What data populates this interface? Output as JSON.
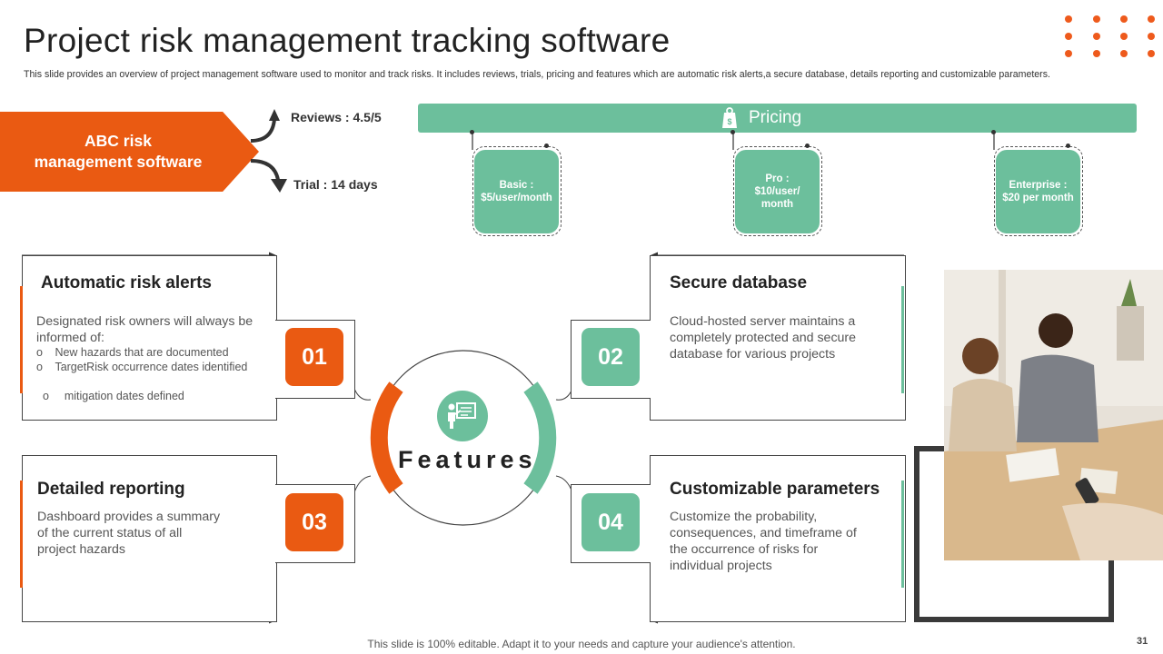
{
  "header": {
    "title": "Project risk management tracking software",
    "subtitle": "This slide provides an overview of project management software used to monitor and track risks. It includes reviews, trials, pricing and features which are automatic risk alerts,a secure database, details reporting and customizable parameters."
  },
  "software": {
    "name_line1": "ABC risk",
    "name_line2": "management software",
    "reviews": "Reviews : 4.5/5",
    "trial": "Trial : 14 days"
  },
  "pricing": {
    "label": "Pricing",
    "icon": "price-tag-icon",
    "plans": [
      {
        "line1": "Basic :",
        "line2": "$5/user/month",
        "line3": ""
      },
      {
        "line1": "Pro :",
        "line2": "$10/user/",
        "line3": "month"
      },
      {
        "line1": "Enterprise :",
        "line2": "$20 per month",
        "line3": ""
      }
    ]
  },
  "features": {
    "center_label": "Features",
    "center_icon": "presentation-icon",
    "items": [
      {
        "number": "01",
        "title": "Automatic risk alerts",
        "description": "Designated risk owners will always be informed of:",
        "bullets": [
          "New hazards that are documented",
          "TargetRisk occurrence dates identified",
          "  mitigation dates defined"
        ],
        "bullet_marker": "o"
      },
      {
        "number": "02",
        "title": "Secure database",
        "description": "Cloud-hosted server maintains a completely protected and secure database for various projects"
      },
      {
        "number": "03",
        "title": "Detailed reporting",
        "description": "Dashboard provides a summary of the current status of all project hazards"
      },
      {
        "number": "04",
        "title": "Customizable parameters",
        "description": "Customize the probability, consequences, and timeframe of the occurrence of risks for individual projects"
      }
    ]
  },
  "colors": {
    "accent_orange": "#ea5a12",
    "accent_green": "#6cbf9c",
    "frame_dark": "#3a3a3a"
  },
  "footer": {
    "note": "This slide is 100% editable. Adapt it to your needs and capture your audience's attention.",
    "page_number": "31"
  }
}
